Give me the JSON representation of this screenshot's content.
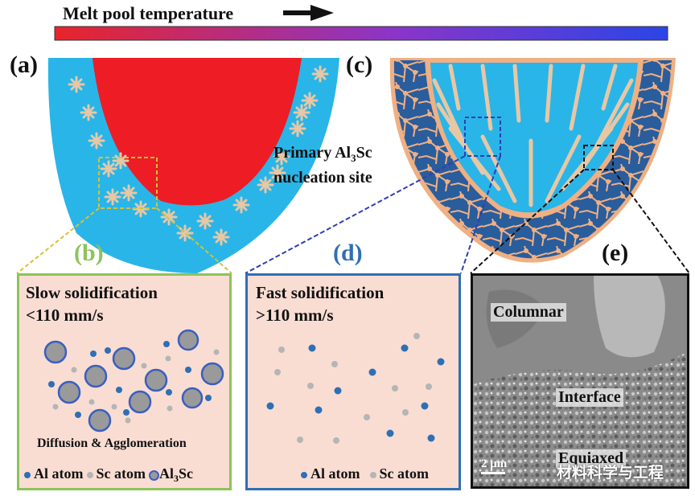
{
  "header": {
    "gradient_label": "Melt pool temperature",
    "gradient_colors": [
      "#e8242b",
      "#8b35c8",
      "#2b45e6"
    ]
  },
  "panels": {
    "a": {
      "letter": "(a)"
    },
    "b": {
      "letter": "(b)",
      "letter_color": "#8dc35a",
      "title_line1": "Slow solidification",
      "title_line2": "<110 mm/s",
      "caption": "Diffusion & Agglomeration"
    },
    "c": {
      "letter": "(c)",
      "annotation_line1_prefix": "Primary Al",
      "annotation_line1_sub": "3",
      "annotation_line1_suffix": "Sc",
      "annotation_line2": "nucleation site"
    },
    "d": {
      "letter": "(d)",
      "letter_color": "#2f6fb3",
      "title_line1": "Fast solidification",
      "title_line2": ">110 mm/s"
    },
    "e": {
      "letter": "(e)",
      "label_columnar": "Columnar",
      "label_interface": "Interface",
      "label_equiaxed": "Equiaxed",
      "scale_bar": "2 μm"
    }
  },
  "legend_b": {
    "al": "Al atom",
    "sc": "Sc atom",
    "al3sc_prefix": "Al",
    "al3sc_sub": "3",
    "al3sc_suffix": "Sc"
  },
  "legend_d": {
    "al": "Al atom",
    "sc": "Sc atom"
  },
  "colors": {
    "melt": "#ee1c24",
    "solid": "#29b5e8",
    "grain": "#2a5d9c",
    "grain_boundary": "#f0b083",
    "al_atom": "#2f6fb3",
    "sc_atom": "#b5b5b5",
    "al3sc": "#9a9a9a"
  },
  "watermark": "材料科学与工程"
}
